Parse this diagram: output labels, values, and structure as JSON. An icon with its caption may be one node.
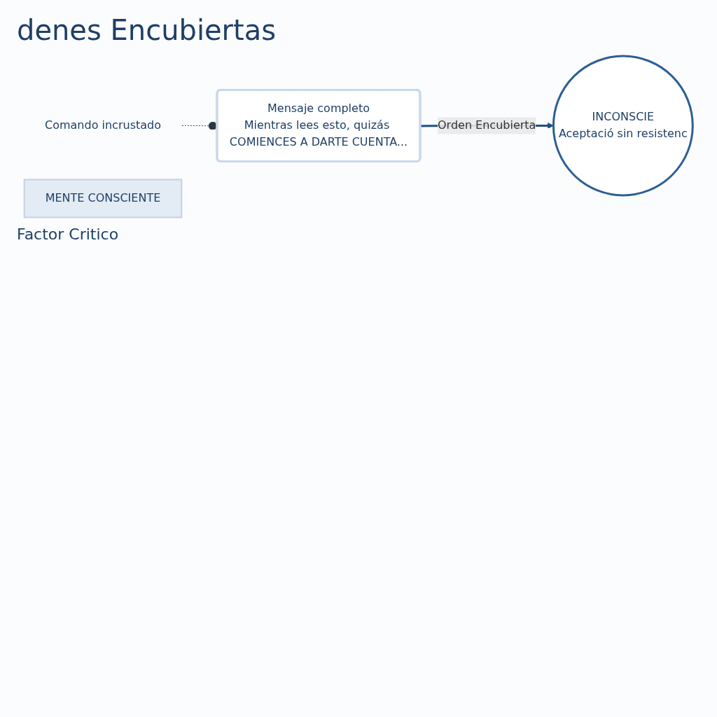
{
  "diagram": {
    "title": "denes Encubiertas",
    "nodes": [
      {
        "text": [
          "Mensaje completo",
          "Mientras lees esto, quizás COMIENCES A DARTE CUENTA..."
        ]
      },
      {
        "text": [
          "Comando incrustado"
        ]
      },
      {
        "text": [
          "MENTE CONSCIENTE"
        ]
      },
      {
        "text": [
          "INCONSCIE",
          "Aceptació sin resistenc"
        ]
      }
    ],
    "edges": [
      {
        "from": 1,
        "to": 0,
        "arrow": "other",
        "style": "dashed"
      },
      {
        "from": 0,
        "to": 3,
        "arrow": "to",
        "label": "Orden Encubierta",
        "style": "thick"
      }
    ],
    "labels": [
      "Factor Critico"
    ]
  }
}
